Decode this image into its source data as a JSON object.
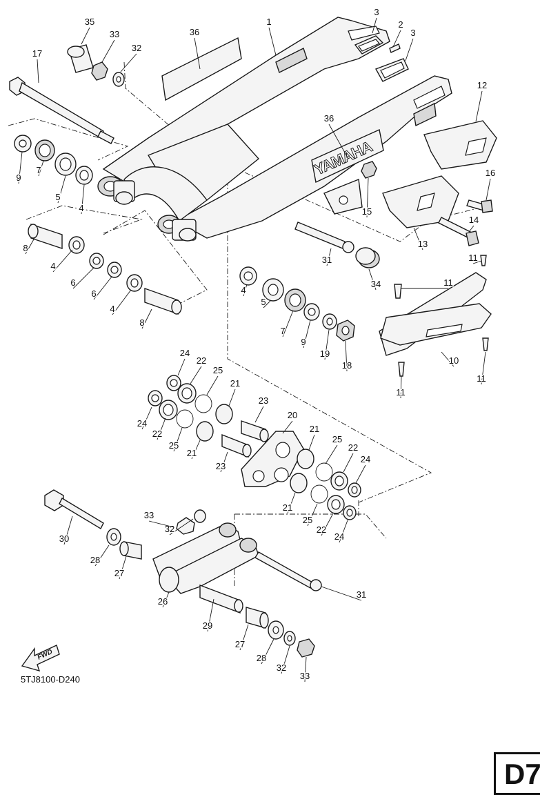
{
  "diagram": {
    "brand_decal": "YAMAHA",
    "fwd_label": "FWD",
    "diagram_code": "5TJ8100-D240",
    "page_tag": "D7"
  },
  "callouts": [
    {
      "id": "c1",
      "number": "1"
    },
    {
      "id": "c2",
      "number": "2"
    },
    {
      "id": "c3a",
      "number": "3"
    },
    {
      "id": "c3b",
      "number": "3"
    },
    {
      "id": "c4a",
      "number": "4"
    },
    {
      "id": "c4b",
      "number": "4"
    },
    {
      "id": "c4c",
      "number": "4"
    },
    {
      "id": "c4d",
      "number": "4"
    },
    {
      "id": "c5a",
      "number": "5"
    },
    {
      "id": "c5b",
      "number": "5"
    },
    {
      "id": "c6a",
      "number": "6"
    },
    {
      "id": "c6b",
      "number": "6"
    },
    {
      "id": "c7a",
      "number": "7"
    },
    {
      "id": "c7b",
      "number": "7"
    },
    {
      "id": "c8a",
      "number": "8"
    },
    {
      "id": "c8b",
      "number": "8"
    },
    {
      "id": "c9a",
      "number": "9"
    },
    {
      "id": "c9b",
      "number": "9"
    },
    {
      "id": "c10",
      "number": "10"
    },
    {
      "id": "c11a",
      "number": "11"
    },
    {
      "id": "c11b",
      "number": "11"
    },
    {
      "id": "c11c",
      "number": "11"
    },
    {
      "id": "c11d",
      "number": "11"
    },
    {
      "id": "c12",
      "number": "12"
    },
    {
      "id": "c13",
      "number": "13"
    },
    {
      "id": "c14",
      "number": "14"
    },
    {
      "id": "c15",
      "number": "15"
    },
    {
      "id": "c16",
      "number": "16"
    },
    {
      "id": "c17",
      "number": "17"
    },
    {
      "id": "c18",
      "number": "18"
    },
    {
      "id": "c19",
      "number": "19"
    },
    {
      "id": "c20",
      "number": "20"
    },
    {
      "id": "c21a",
      "number": "21"
    },
    {
      "id": "c21b",
      "number": "21"
    },
    {
      "id": "c21c",
      "number": "21"
    },
    {
      "id": "c21d",
      "number": "21"
    },
    {
      "id": "c22a",
      "number": "22"
    },
    {
      "id": "c22b",
      "number": "22"
    },
    {
      "id": "c22c",
      "number": "22"
    },
    {
      "id": "c22d",
      "number": "22"
    },
    {
      "id": "c23a",
      "number": "23"
    },
    {
      "id": "c23b",
      "number": "23"
    },
    {
      "id": "c24a",
      "number": "24"
    },
    {
      "id": "c24b",
      "number": "24"
    },
    {
      "id": "c24c",
      "number": "24"
    },
    {
      "id": "c24d",
      "number": "24"
    },
    {
      "id": "c25a",
      "number": "25"
    },
    {
      "id": "c25b",
      "number": "25"
    },
    {
      "id": "c25c",
      "number": "25"
    },
    {
      "id": "c25d",
      "number": "25"
    },
    {
      "id": "c26",
      "number": "26"
    },
    {
      "id": "c27a",
      "number": "27"
    },
    {
      "id": "c27b",
      "number": "27"
    },
    {
      "id": "c28a",
      "number": "28"
    },
    {
      "id": "c28b",
      "number": "28"
    },
    {
      "id": "c29",
      "number": "29"
    },
    {
      "id": "c30",
      "number": "30"
    },
    {
      "id": "c31a",
      "number": "31"
    },
    {
      "id": "c31b",
      "number": "31"
    },
    {
      "id": "c32a",
      "number": "32"
    },
    {
      "id": "c32b",
      "number": "32"
    },
    {
      "id": "c32c",
      "number": "32"
    },
    {
      "id": "c33a",
      "number": "33"
    },
    {
      "id": "c33b",
      "number": "33"
    },
    {
      "id": "c33c",
      "number": "33"
    },
    {
      "id": "c34",
      "number": "34"
    },
    {
      "id": "c35",
      "number": "35"
    },
    {
      "id": "c36a",
      "number": "36"
    },
    {
      "id": "c36b",
      "number": "36"
    }
  ]
}
